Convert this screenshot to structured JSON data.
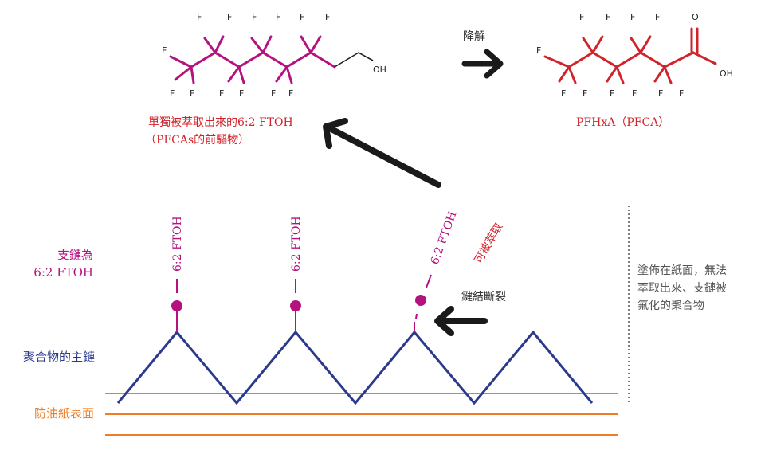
{
  "molecules": {
    "ftoh": {
      "f_label": "F",
      "oh_label": "OH",
      "caption_line1": "單獨被萃取出來的6:2 FTOH",
      "caption_line2": "（PFCAs的前驅物）"
    },
    "pfhxa": {
      "f_label": "F",
      "o_label": "O",
      "oh_label": "OH",
      "caption": "PFHxA（PFCA）"
    },
    "degrade_label": "降解"
  },
  "polymer": {
    "side_chain_label": "6:2 FTOH",
    "extractable_label": "可被萃取",
    "bond_break_label": "鍵結斷裂"
  },
  "left_labels": {
    "side_chain_line1": "支鏈為",
    "side_chain_line2": "6:2 FTOH",
    "backbone": "聚合物的主鏈",
    "surface": "防油紙表面"
  },
  "right_note": {
    "line1": "塗佈在紙面，無法",
    "line2": "萃取出來、支鏈被",
    "line3": "氟化的聚合物"
  },
  "colors": {
    "magenta": "#b5127f",
    "red": "#d1232a",
    "navy": "#2c3a8c",
    "orange": "#ee7d26",
    "grey": "#555555",
    "black": "#1a1a1a"
  }
}
